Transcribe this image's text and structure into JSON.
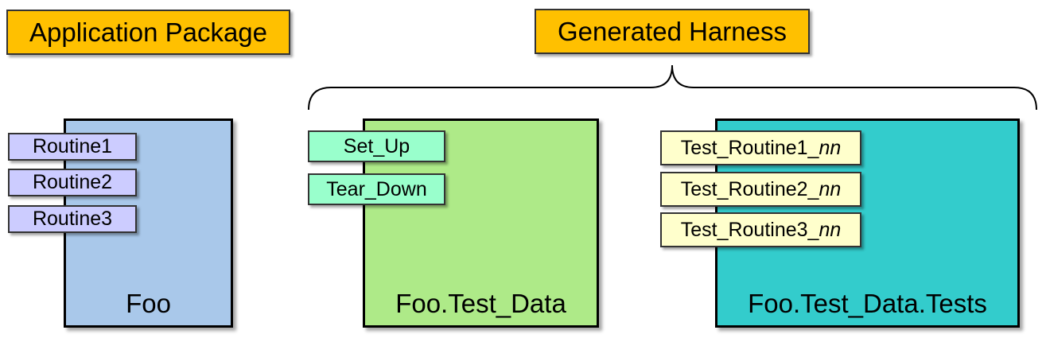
{
  "titles": {
    "app_package": "Application Package",
    "generated_harness": "Generated Harness"
  },
  "packages": {
    "foo": {
      "label": "Foo",
      "fill": "#a9c8ea",
      "routines": [
        "Routine1",
        "Routine2",
        "Routine3"
      ],
      "routine_fill": "#ccccff"
    },
    "test_data": {
      "label": "Foo.Test_Data",
      "fill": "#aeea88",
      "routines": [
        "Set_Up",
        "Tear_Down"
      ],
      "routine_fill": "#99ffcc"
    },
    "tests": {
      "label": "Foo.Test_Data.Tests",
      "fill": "#33cccc",
      "routine_fill": "#ffffcc",
      "routines": [
        {
          "base": "Test_Routine1_",
          "suffix": "nn"
        },
        {
          "base": "Test_Routine2_",
          "suffix": "nn"
        },
        {
          "base": "Test_Routine3_",
          "suffix": "nn"
        }
      ]
    }
  },
  "colors": {
    "title_fill": "#ffc000"
  }
}
